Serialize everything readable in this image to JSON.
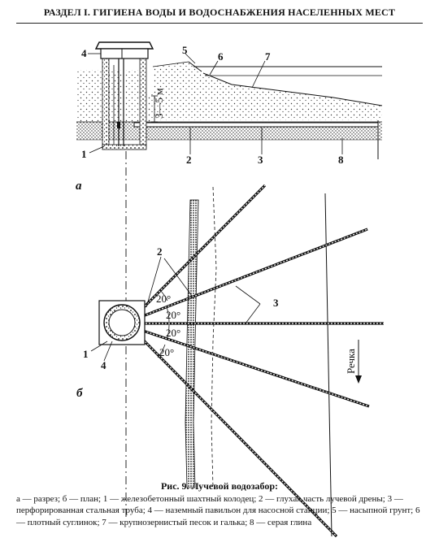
{
  "header": {
    "title": "РАЗДЕЛ I. ГИГИЕНА ВОДЫ И ВОДОСНАБЖЕНИЯ НАСЕЛЕННЫХ МЕСТ"
  },
  "section_a": {
    "view_label": "а",
    "labels": {
      "n1": "1",
      "n2": "2",
      "n3": "3",
      "n4": "4",
      "n5": "5",
      "n6": "6",
      "n7": "7",
      "n8": "8"
    },
    "depth": "3—5 м"
  },
  "section_b": {
    "view_label": "б",
    "labels": {
      "n1": "1",
      "n2": "2",
      "n3": "3",
      "n4": "4"
    },
    "angles": [
      "20°",
      "20°",
      "20°",
      "20°"
    ],
    "river": "Речка"
  },
  "caption": {
    "title": "Рис. 9. Лучевой водозабор:",
    "text": "а — разрез; б — план; 1 — железобетонный шахтный колодец; 2 — глухая часть лучевой дрены; 3 — перфорированная стальная труба; 4 — наземный павильон для насосной станции; 5 — насыпной грунт; 6 — плотный суглинок; 7 — крупнозернистый песок и галька; 8 — серая глина"
  }
}
